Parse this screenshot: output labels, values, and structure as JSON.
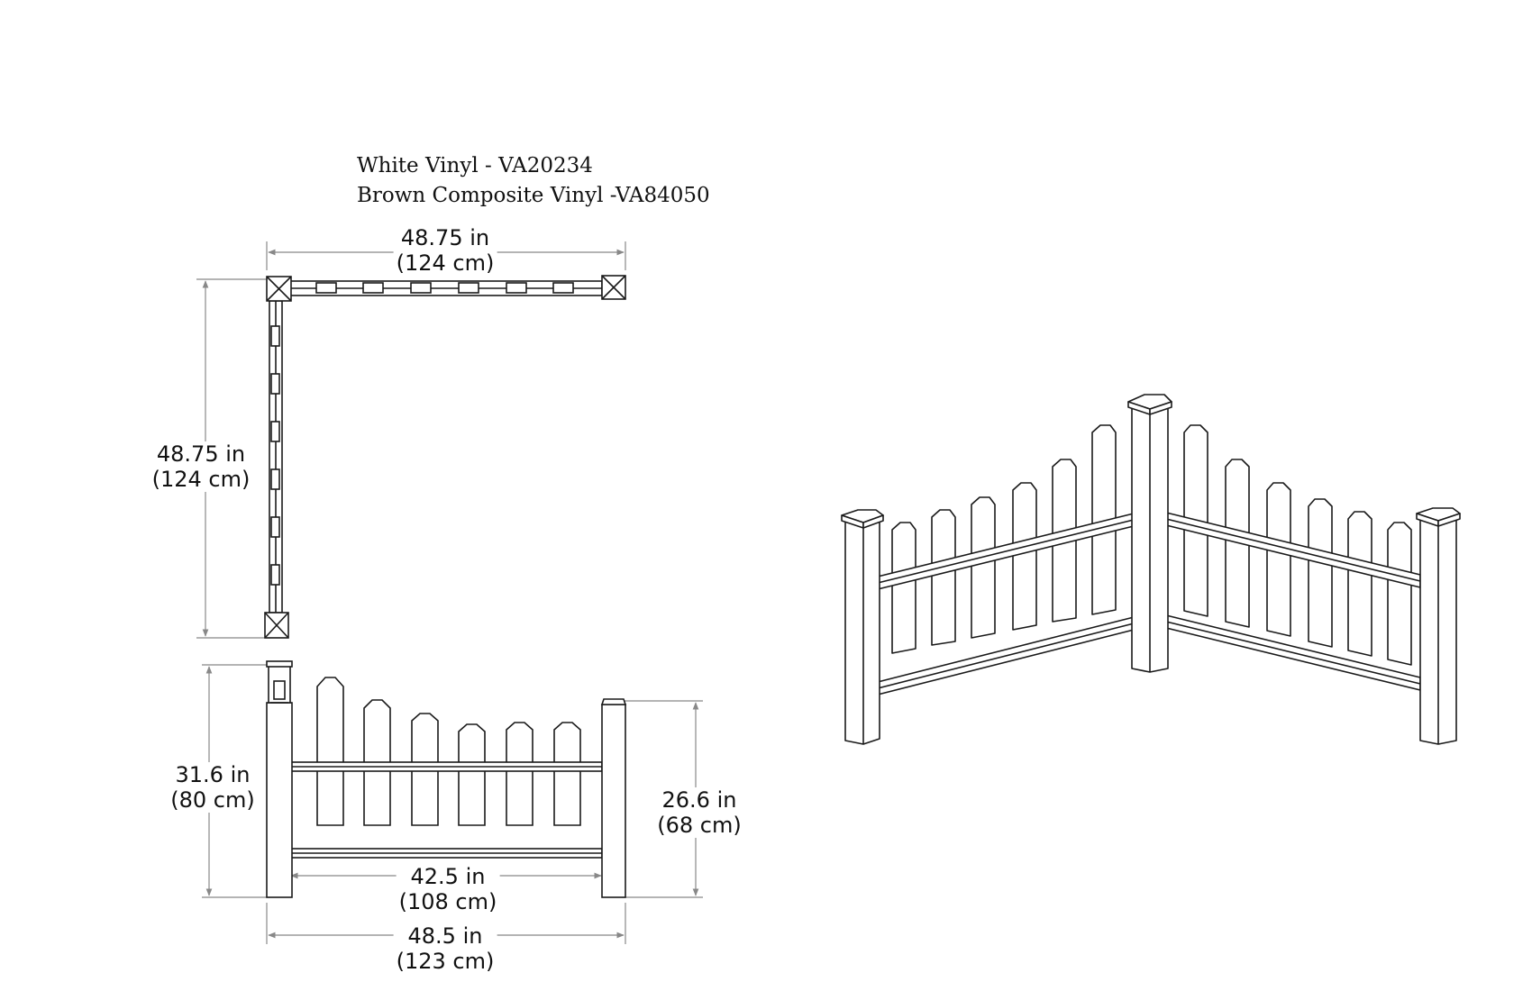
{
  "title": {
    "line1": "White Vinyl - VA20234",
    "line2": "Brown Composite Vinyl -VA84050"
  },
  "dimensions": {
    "top_width": {
      "imperial": "48.75 in",
      "metric": "(124 cm)"
    },
    "side_length": {
      "imperial": "48.75 in",
      "metric": "(124 cm)"
    },
    "overall_height": {
      "imperial": "31.6 in",
      "metric": "(80 cm)"
    },
    "end_height": {
      "imperial": "26.6 in",
      "metric": "(68 cm)"
    },
    "rail_length": {
      "imperial": "42.5 in",
      "metric": "(108 cm)"
    },
    "overall_width": {
      "imperial": "48.5 in",
      "metric": "(123 cm)"
    }
  },
  "colors": {
    "line": "#1a1a1a",
    "dim_line": "#888888",
    "background": "#ffffff"
  }
}
